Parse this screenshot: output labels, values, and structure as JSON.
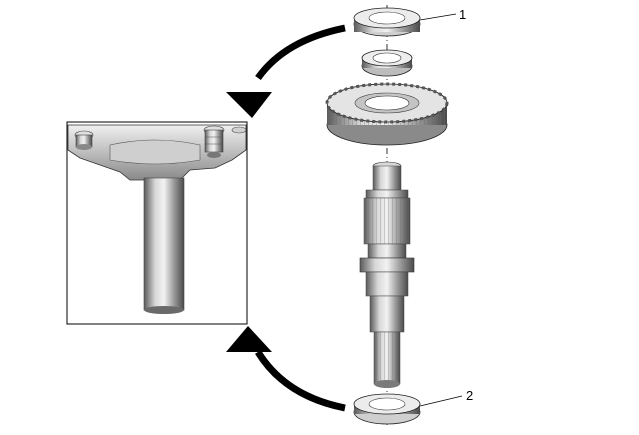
{
  "callouts": [
    {
      "id": "1",
      "label": "1",
      "part": "bearing"
    },
    {
      "id": "2",
      "label": "2",
      "part": "bearing"
    }
  ],
  "colors": {
    "metal_light": "#e6e6e6",
    "metal_mid": "#a8a8a8",
    "metal_dark": "#4a4a4a",
    "arrow": "#000000",
    "frame": "#000000"
  },
  "icons": {
    "arrow_top": "curved-arrow-left-down-icon",
    "arrow_bottom": "curved-arrow-left-up-icon"
  }
}
